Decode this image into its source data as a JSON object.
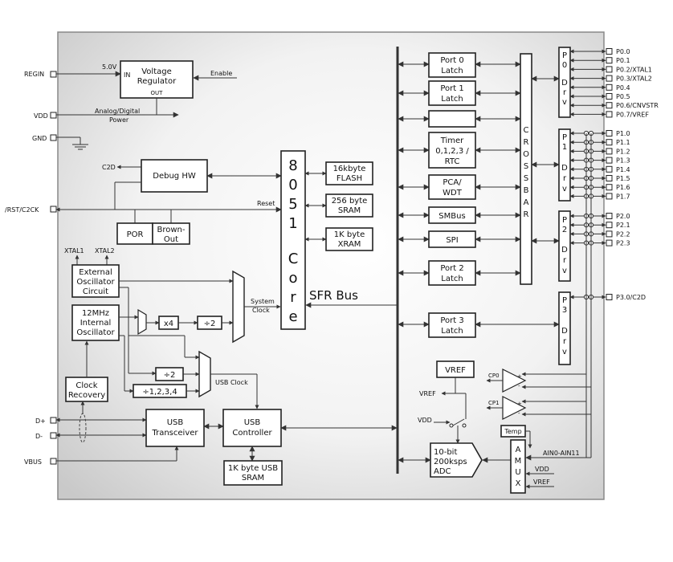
{
  "pins_left": {
    "regin": "REGIN",
    "vdd": "VDD",
    "gnd": "GND",
    "rst": "/RST/C2CK",
    "dplus": "D+",
    "dminus": "D-",
    "vbus": "VBUS"
  },
  "regulator": {
    "title1": "Voltage",
    "title2": "Regulator",
    "in_label": "IN",
    "out_label": "OUT",
    "voltage": "5.0V",
    "enable": "Enable",
    "power1": "Analog/Digital",
    "power2": "Power"
  },
  "debug": {
    "c2d": "C2D",
    "title": "Debug HW",
    "reset": "Reset",
    "por": "POR",
    "brown1": "Brown-",
    "brown2": "Out"
  },
  "core": {
    "letters": [
      "8",
      "0",
      "5",
      "1",
      "C",
      "o",
      "r",
      "e"
    ],
    "sfr_bus": "SFR Bus"
  },
  "memory": {
    "flash1": "16kbyte",
    "flash2": "FLASH",
    "sram1": "256 byte",
    "sram2": "SRAM",
    "xram1": "1K byte",
    "xram2": "XRAM"
  },
  "clock": {
    "xtal1": "XTAL1",
    "xtal2": "XTAL2",
    "ext1": "External",
    "ext2": "Oscillator",
    "ext3": "Circuit",
    "int1": "12MHz",
    "int2": "Internal",
    "int3": "Oscillator",
    "x4": "x4",
    "div2": "÷2",
    "div2b": "÷2",
    "div1234": "÷1,2,3,4",
    "system1": "System",
    "system2": "Clock",
    "usb_clock": "USB Clock",
    "recovery1": "Clock",
    "recovery2": "Recovery"
  },
  "usb": {
    "trans1": "USB",
    "trans2": "Transceiver",
    "ctrl1": "USB",
    "ctrl2": "Controller",
    "sram1": "1K byte USB",
    "sram2": "SRAM"
  },
  "peripherals": {
    "port0a": "Port 0",
    "port0b": "Latch",
    "port1a": "Port 1",
    "port1b": "Latch",
    "timer1": "Timer",
    "timer2": "0,1,2,3 /",
    "timer3": "RTC",
    "pca1": "PCA/",
    "pca2": "WDT",
    "smbus": "SMBus",
    "spi": "SPI",
    "port2a": "Port 2",
    "port2b": "Latch",
    "port3a": "Port 3",
    "port3b": "Latch"
  },
  "crossbar": {
    "letters": [
      "C",
      "R",
      "O",
      "S",
      "S",
      "B",
      "A",
      "R"
    ]
  },
  "drivers": {
    "p0": [
      "P",
      "0",
      "D",
      "r",
      "v"
    ],
    "p1": [
      "P",
      "1",
      "D",
      "r",
      "v"
    ],
    "p2": [
      "P",
      "2",
      "D",
      "r",
      "v"
    ],
    "p3": [
      "P",
      "3",
      "D",
      "r",
      "v"
    ]
  },
  "pins_right": {
    "p0": [
      "P0.0",
      "P0.1",
      "P0.2/XTAL1",
      "P0.3/XTAL2",
      "P0.4",
      "P0.5",
      "P0.6/CNVSTR",
      "P0.7/VREF"
    ],
    "p1": [
      "P1.0",
      "P1.1",
      "P1.2",
      "P1.3",
      "P1.4",
      "P1.5",
      "P1.6",
      "P1.7"
    ],
    "p2": [
      "P2.0",
      "P2.1",
      "P2.2",
      "P2.3"
    ],
    "p3": [
      "P3.0/C2D"
    ]
  },
  "analog": {
    "vref_box": "VREF",
    "vref": "VREF",
    "vdd": "VDD",
    "adc1": "10-bit",
    "adc2": "200ksps",
    "adc3": "ADC",
    "cp0": "CP0",
    "cp1": "CP1",
    "plus": "+",
    "minus": "-",
    "temp": "Temp",
    "amux": [
      "A",
      "M",
      "U",
      "X"
    ],
    "ain": "AIN0-AIN11",
    "mux_vdd": "VDD",
    "mux_vref": "VREF"
  },
  "colors": {
    "bg_center": "#ffffff",
    "bg_edge": "#cfcfcf",
    "line": "#333333"
  }
}
